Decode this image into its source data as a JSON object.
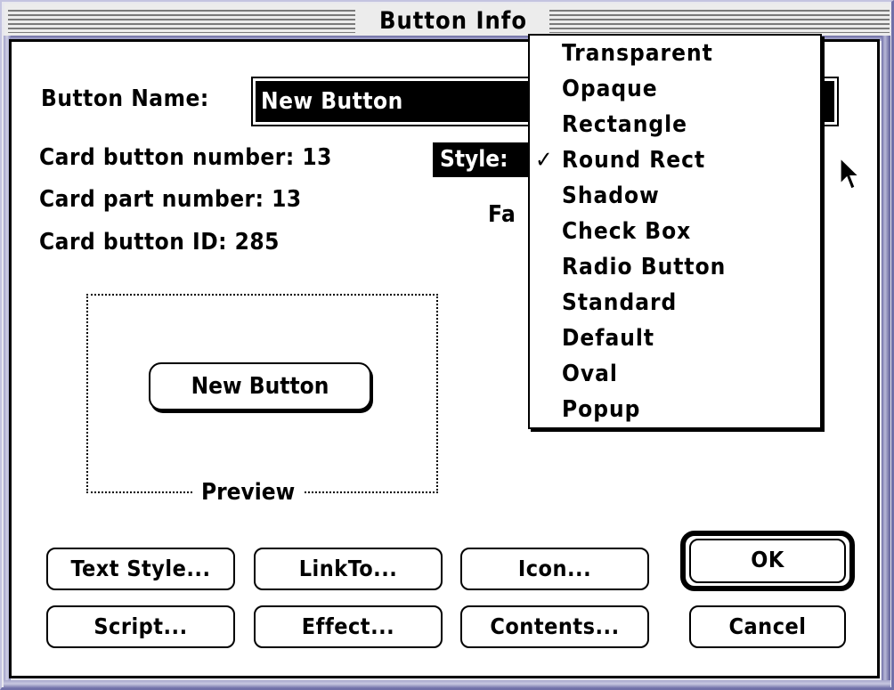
{
  "window": {
    "title": "Button Info"
  },
  "fields": {
    "button_name_label": "Button Name:",
    "button_name_value": "New Button",
    "card_button_number": "Card button number: 13",
    "card_part_number": "Card part number: 13",
    "card_button_id": "Card button ID: 285",
    "style_label": "Style:",
    "family_label_partial": "Fa"
  },
  "style_menu": {
    "selected": "Round Rect",
    "check_glyph": "✓",
    "items": [
      {
        "label": "Transparent"
      },
      {
        "label": "Opaque"
      },
      {
        "label": "Rectangle"
      },
      {
        "label": "Round Rect",
        "checked": true
      },
      {
        "label": "Shadow"
      },
      {
        "label": "Check Box"
      },
      {
        "label": "Radio Button"
      },
      {
        "label": "Standard"
      },
      {
        "label": "Default"
      },
      {
        "label": "Oval"
      },
      {
        "label": "Popup"
      }
    ]
  },
  "preview": {
    "label": "Preview",
    "button_label": "New Button"
  },
  "buttons": {
    "text_style": "Text Style...",
    "link_to": "LinkTo...",
    "icon": "Icon...",
    "ok": "OK",
    "script": "Script...",
    "effect": "Effect...",
    "contents": "Contents...",
    "cancel": "Cancel"
  },
  "colors": {
    "frame_accent": "#7070a8",
    "titlebar_bg": "#ececec",
    "selection_bg": "#000000",
    "selection_fg": "#ffffff"
  }
}
